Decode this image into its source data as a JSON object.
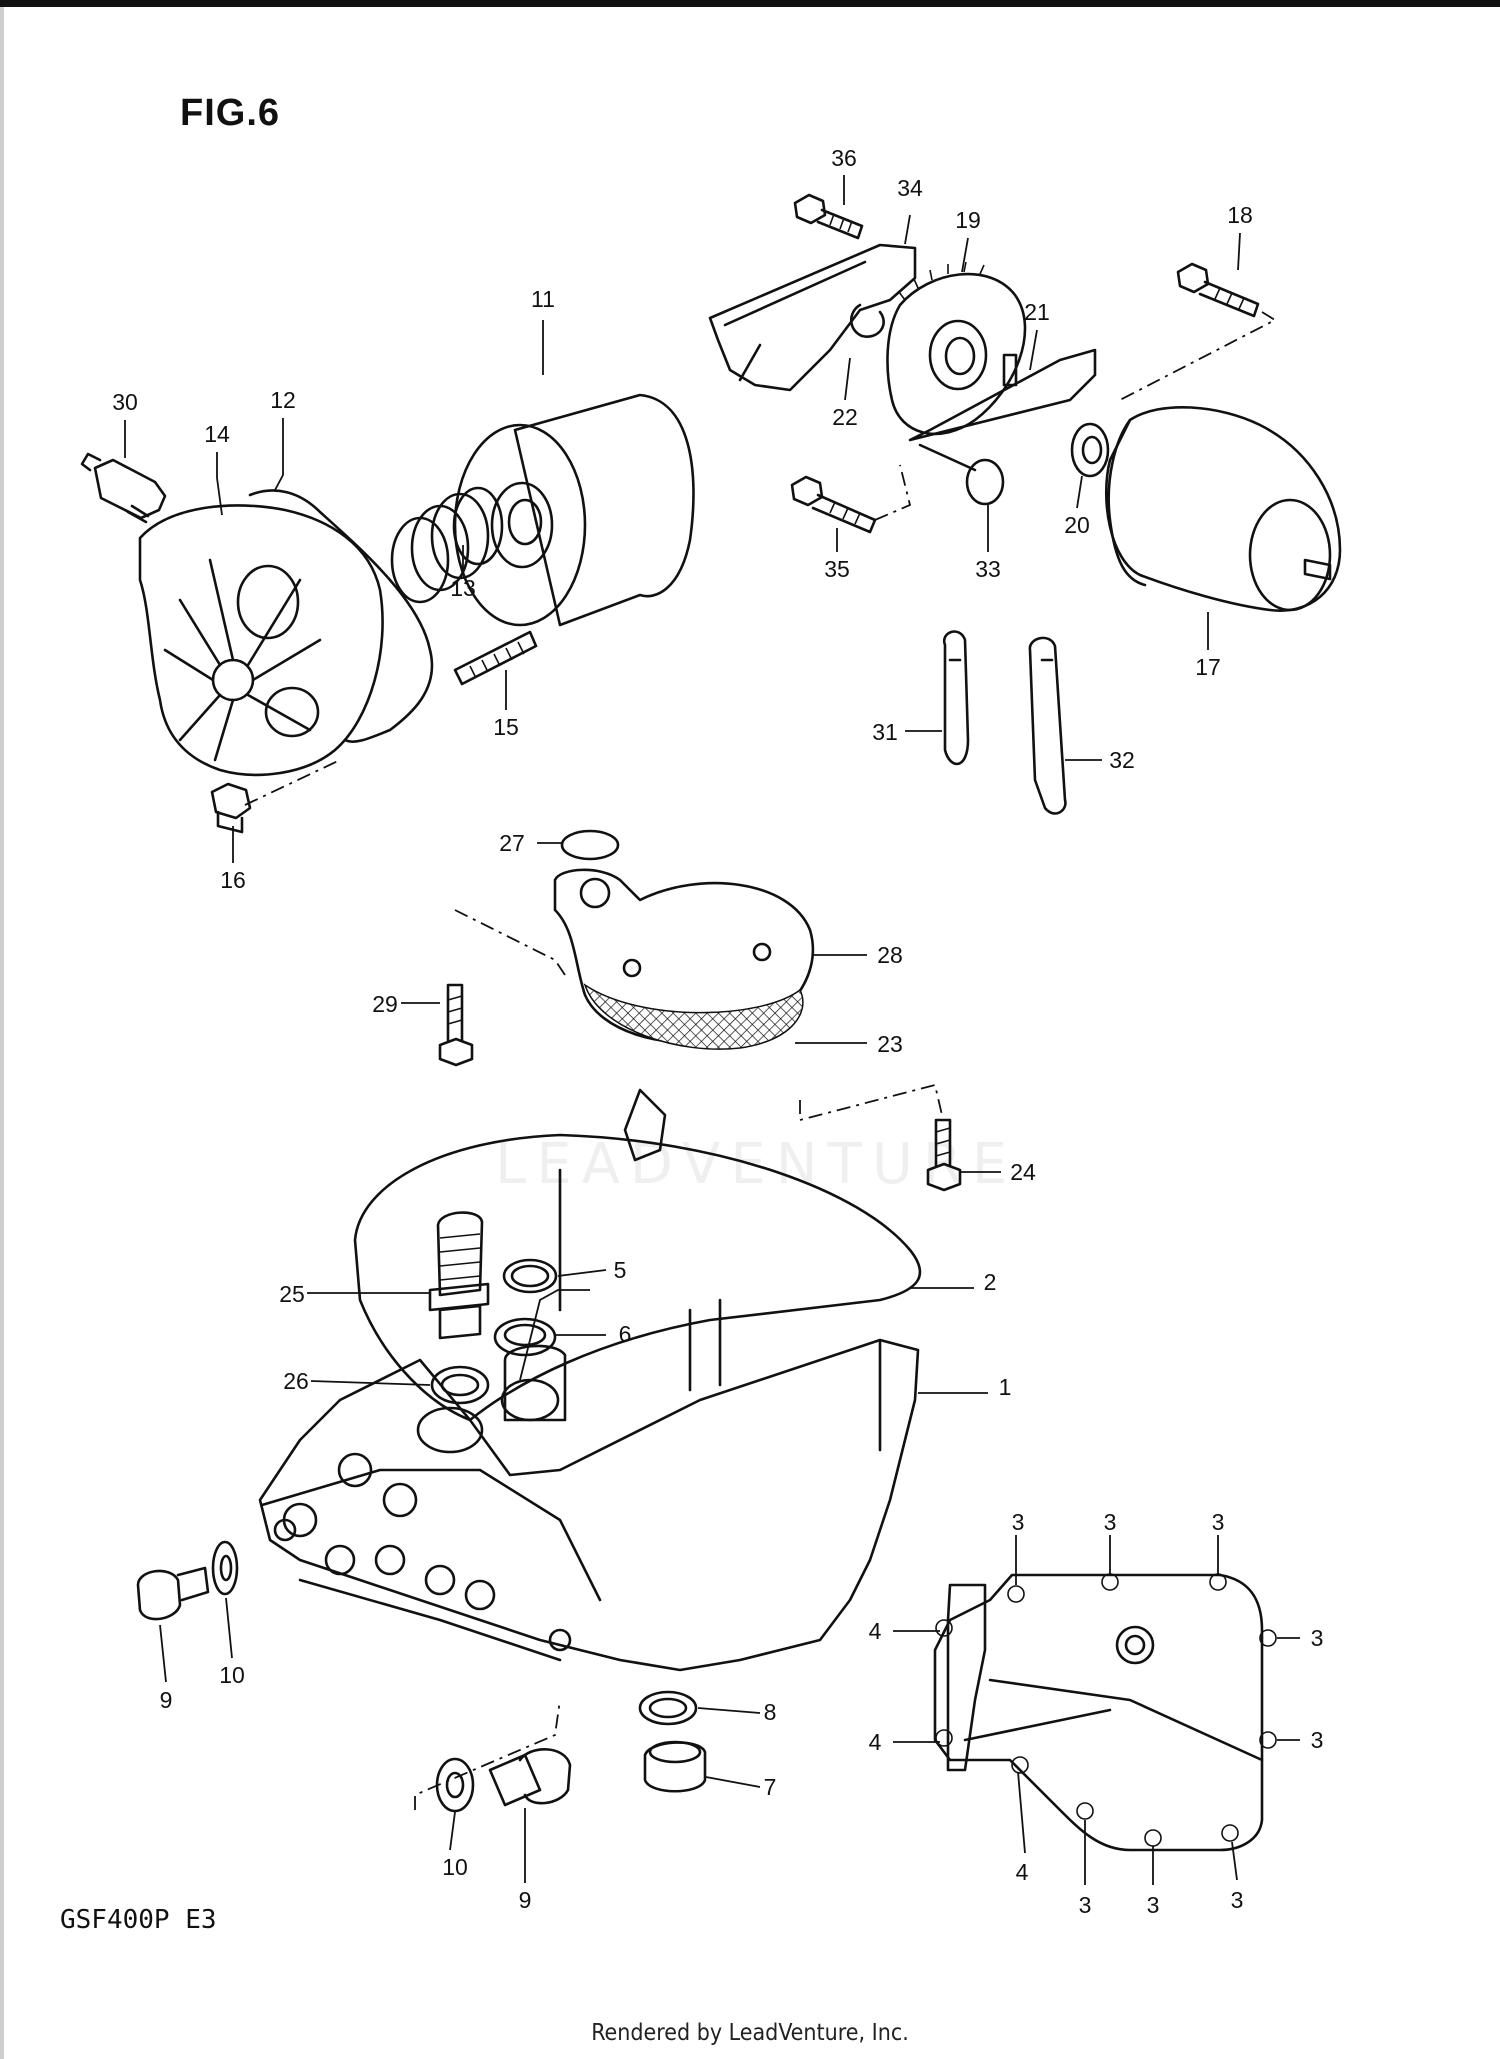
{
  "figure": {
    "title": "FIG.6",
    "model": "GSF400P  E3"
  },
  "footer": {
    "text": "Rendered by LeadVenture, Inc."
  },
  "callouts": [
    "1",
    "2",
    "3",
    "4",
    "5",
    "6",
    "7",
    "8",
    "9",
    "10",
    "11",
    "12",
    "13",
    "14",
    "15",
    "16",
    "17",
    "18",
    "19",
    "20",
    "21",
    "22",
    "23",
    "24",
    "25",
    "26",
    "27",
    "28",
    "29",
    "30",
    "31",
    "32",
    "33",
    "34",
    "35",
    "36"
  ]
}
